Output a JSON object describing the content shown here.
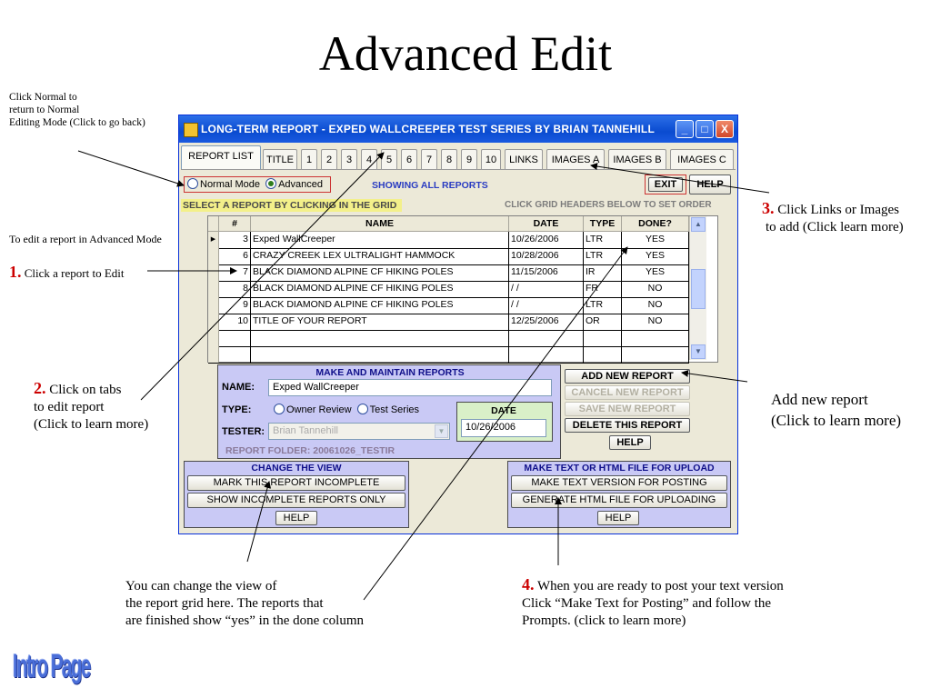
{
  "slide": {
    "title": "Advanced Edit",
    "intro_link": "Intro Page",
    "notes": {
      "normal_mode": [
        "Click Normal to",
        "return to Normal",
        "Editing Mode (Click to go back)"
      ],
      "to_edit": "To edit a report in Advanced Mode",
      "step1_num": "1.",
      "step1": "Click a report to Edit",
      "step2_num": "2.",
      "step2": [
        "Click on tabs",
        "to edit report",
        "(Click to learn more)"
      ],
      "step3_num": "3.",
      "step3": [
        "Click Links or Images",
        "to add (Click learn more)"
      ],
      "add_new": [
        "Add new report",
        "(Click to learn more)"
      ],
      "change_view": [
        "You can change the view of",
        "the report grid here. The reports that",
        "are finished show “yes” in the done column"
      ],
      "step4_num": "4.",
      "step4": [
        "When you are ready to post your text version",
        "Click “Make Text for Posting”  and follow the",
        "Prompts. (click to learn more)"
      ]
    }
  },
  "app": {
    "title": "LONG-TERM REPORT - EXPED WALLCREEPER TEST SERIES BY BRIAN TANNEHILL",
    "window_buttons": {
      "minimize": "_",
      "maximize": "□",
      "close": "X"
    },
    "tabs": [
      "REPORT LIST",
      "TITLE",
      "1",
      "2",
      "3",
      "4",
      "5",
      "6",
      "7",
      "8",
      "9",
      "10",
      "LINKS",
      "IMAGES A",
      "IMAGES B",
      "IMAGES C"
    ],
    "mode": {
      "normal": "Normal Mode",
      "advanced": "Advanced",
      "selected": "Advanced"
    },
    "showing": "SHOWING ALL REPORTS",
    "exit_label": "EXIT",
    "help_label": "HELP",
    "select_hint": "SELECT A REPORT BY CLICKING IN THE GRID",
    "header_hint": "CLICK GRID HEADERS BELOW TO SET ORDER",
    "grid": {
      "columns": [
        "#",
        "NAME",
        "DATE",
        "TYPE",
        "DONE?"
      ],
      "rows": [
        {
          "num": "3",
          "name": "Exped WallCreeper",
          "date": "10/26/2006",
          "type": "LTR",
          "done": "YES",
          "current": true
        },
        {
          "num": "6",
          "name": "CRAZY CREEK LEX ULTRALIGHT HAMMOCK",
          "date": "10/28/2006",
          "type": "LTR",
          "done": "YES"
        },
        {
          "num": "7",
          "name": "BLACK DIAMOND ALPINE CF HIKING POLES",
          "date": "11/15/2006",
          "type": "IR",
          "done": "YES"
        },
        {
          "num": "8",
          "name": "BLACK DIAMOND ALPINE CF HIKING POLES",
          "date": "/ /",
          "type": "FR",
          "done": "NO"
        },
        {
          "num": "9",
          "name": "BLACK DIAMOND ALPINE CF HIKING POLES",
          "date": "/ /",
          "type": "LTR",
          "done": "NO"
        },
        {
          "num": "10",
          "name": "TITLE OF YOUR REPORT",
          "date": "12/25/2006",
          "type": "OR",
          "done": "NO"
        },
        {
          "num": "",
          "name": "",
          "date": "",
          "type": "",
          "done": ""
        },
        {
          "num": "",
          "name": "",
          "date": "",
          "type": "",
          "done": ""
        }
      ]
    },
    "maintain": {
      "title": "MAKE AND MAINTAIN REPORTS",
      "name_label": "NAME:",
      "name_value": "Exped WallCreeper",
      "type_label": "TYPE:",
      "type_options": [
        "Owner Review",
        "Test Series"
      ],
      "date_label": "DATE",
      "date_value": "10/26/2006",
      "tester_label": "TESTER:",
      "tester_value": "Brian Tannehill",
      "folder": "REPORT FOLDER: 20061026_TESTIR",
      "buttons": {
        "add": "ADD NEW REPORT",
        "cancel": "CANCEL NEW REPORT",
        "save": "SAVE NEW REPORT",
        "delete": "DELETE THIS REPORT",
        "help": "HELP"
      }
    },
    "view": {
      "title": "CHANGE THE VIEW",
      "mark_incomplete": "MARK THIS REPORT INCOMPLETE",
      "show_incomplete": "SHOW INCOMPLETE REPORTS ONLY",
      "help": "HELP"
    },
    "upload": {
      "title": "MAKE TEXT OR HTML FILE FOR UPLOAD",
      "make_text": "MAKE TEXT VERSION FOR POSTING",
      "make_html": "GENERATE HTML FILE FOR UPLOADING",
      "help": "HELP"
    }
  }
}
